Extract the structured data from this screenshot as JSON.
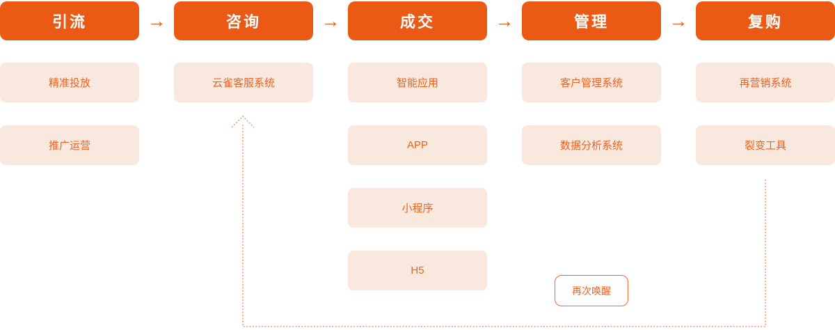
{
  "colors": {
    "stage_bg": "#EB5A14",
    "stage_text": "#FFFFFF",
    "item_bg": "#F9E8DE",
    "item_text": "#F2611C",
    "dotted_line": "#F0A27C",
    "loop_label_border": "#ED6A2D",
    "loop_label_bg": "#FDFDFD"
  },
  "flow": {
    "arrow_glyph": "→",
    "stages": [
      {
        "label": "引流",
        "items": [
          "精准投放",
          "推广运营"
        ]
      },
      {
        "label": "咨询",
        "items": [
          "云雀客服系统"
        ]
      },
      {
        "label": "成交",
        "items": [
          "智能应用",
          "APP",
          "小程序",
          "H5"
        ]
      },
      {
        "label": "管理",
        "items": [
          "客户管理系统",
          "数据分析系统"
        ]
      },
      {
        "label": "复购",
        "items": [
          "再营销系统",
          "裂变工具"
        ]
      }
    ],
    "loop": {
      "label": "再次唤醒"
    }
  }
}
